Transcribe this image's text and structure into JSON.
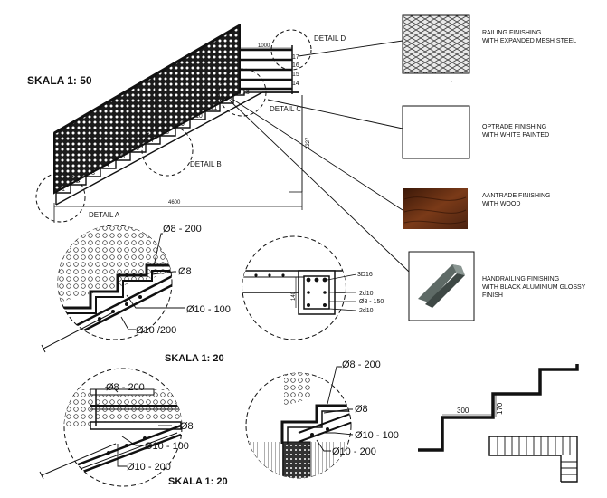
{
  "scales": {
    "main": "SKALA 1: 50",
    "detail_mid": "SKALA 1: 20",
    "detail_bottom": "SKALA 1: 20"
  },
  "details": {
    "a": "DETAIL A",
    "b": "DETAIL B",
    "c": "DETAIL C",
    "d": "DETAIL D"
  },
  "dimensions": {
    "length": "4600",
    "height": "2227",
    "top_width": "1000",
    "tread": "300",
    "riser": "170",
    "beam_depth": "140"
  },
  "step_numbers": [
    "1",
    "2",
    "3",
    "4",
    "5",
    "6",
    "7",
    "8",
    "9",
    "10",
    "11",
    "12",
    "13",
    "14",
    "15",
    "16",
    "17"
  ],
  "rebar": {
    "r8_200": "Ø8 - 200",
    "r8": "Ø8",
    "r10_100": "Ø10 - 100",
    "r10_200": "Ø10 /200",
    "r10_200b": "Ø10 - 200",
    "r10_100b": "Ø10 - 100",
    "r10_200c": "Ø10 - 200",
    "beam_top": "3D16",
    "beam_mid": "2d10",
    "beam_stirrup": "Ø8 - 150",
    "beam_bot": "2d10"
  },
  "legend": [
    {
      "key": "railing",
      "line1": "RAILING FINISHING",
      "line2": "WITH EXPANDED MESH STEEL",
      "line3": ""
    },
    {
      "key": "optrade",
      "line1": "OPTRADE FINISHING",
      "line2": "WITH WHITE PAINTED",
      "line3": ""
    },
    {
      "key": "aantrade",
      "line1": "AANTRADE FINISHING",
      "line2": "WITH WOOD",
      "line3": ""
    },
    {
      "key": "handrail",
      "line1": "HANDRAILING FINISHING",
      "line2": "WITH BLACK ALUMINIUM GLOSSY",
      "line3": "FINISH"
    }
  ],
  "colors": {
    "line": "#111111",
    "wood_dark": "#4a2210",
    "wood_light": "#7a3a18",
    "mesh_bg": "#2a2a2a",
    "rail_metal": "#5e6a66"
  }
}
